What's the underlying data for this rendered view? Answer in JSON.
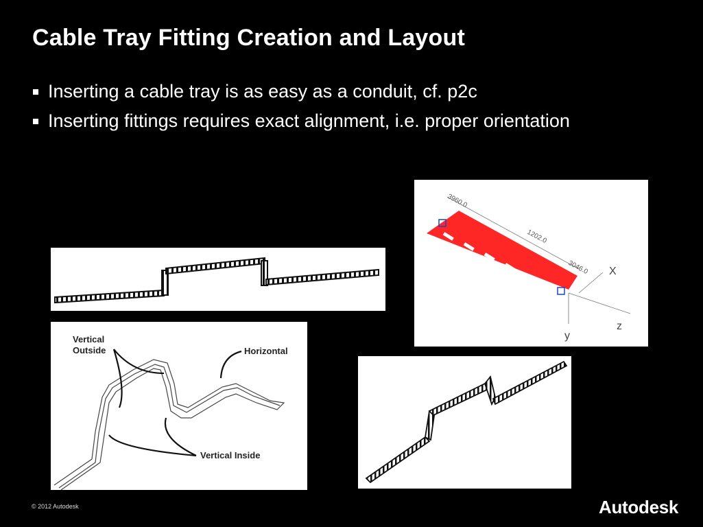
{
  "slide": {
    "title": "Cable Tray Fitting Creation and Layout",
    "bullets": [
      "Inserting a cable tray is as easy as a conduit, cf. p2c",
      "Inserting fittings requires exact alignment, i.e. proper orientation"
    ]
  },
  "figure_b": {
    "label_vertical_outside_1": "Vertical",
    "label_vertical_outside_2": "Outside",
    "label_horizontal": "Horizontal",
    "label_vertical_inside": "Vertical Inside"
  },
  "figure_c": {
    "dim_1": "3960.0",
    "dim_2": "1202.0",
    "dim_3": "3046.0",
    "axis_x": "X",
    "axis_y": "y",
    "axis_z": "z",
    "tray_color": "#ff1a1a"
  },
  "footer": {
    "copyright": "© 2012 Autodesk",
    "logo": "Autodesk"
  }
}
